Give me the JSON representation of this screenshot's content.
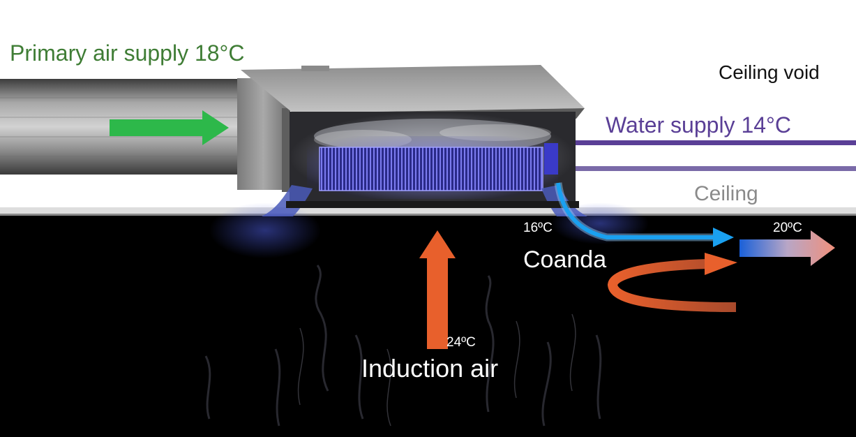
{
  "labels": {
    "primary_air": "Primary air supply 18°C",
    "ceiling_void": "Ceiling void",
    "water_supply": "Water supply 14°C",
    "ceiling": "Ceiling",
    "coanda_temp": "16ºC",
    "coanda": "Coanda",
    "room_temp": "20ºC",
    "induction_temp": "24ºC",
    "induction_air": "Induction air"
  },
  "colors": {
    "primary_air": "#3f7d35",
    "primary_arrow": "#2db84a",
    "water": "#5a3f96",
    "ceiling_label": "#8a8a8a",
    "cold_air": "#1aa0f0",
    "warm_air": "#e8602c",
    "room": "#000000"
  }
}
